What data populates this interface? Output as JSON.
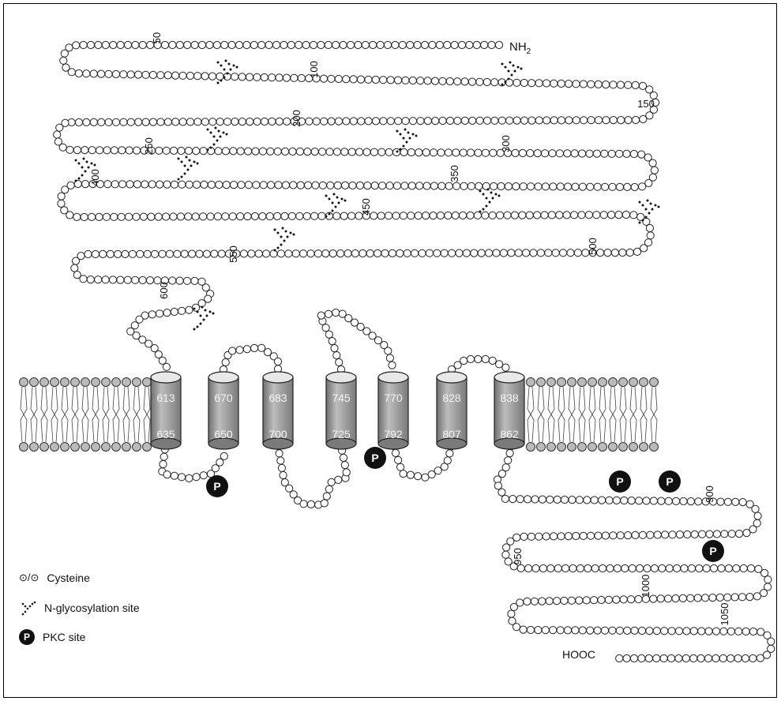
{
  "termini": {
    "n": "NH",
    "n_sub": "2",
    "c": "HOOC"
  },
  "residue_numbers": [
    "50",
    "100",
    "150",
    "200",
    "250",
    "300",
    "350",
    "400",
    "450",
    "500",
    "550",
    "600",
    "900",
    "950",
    "1000",
    "1050"
  ],
  "helices": [
    {
      "top": "613",
      "bottom": "635"
    },
    {
      "top": "670",
      "bottom": "650"
    },
    {
      "top": "683",
      "bottom": "700"
    },
    {
      "top": "745",
      "bottom": "725"
    },
    {
      "top": "770",
      "bottom": "792"
    },
    {
      "top": "828",
      "bottom": "807"
    },
    {
      "top": "838",
      "bottom": "862"
    }
  ],
  "pkc_symbol": "P",
  "legend": {
    "cysteine": {
      "symbol": "⊙/⊙",
      "label": "Cysteine"
    },
    "glycosylation": {
      "label": "N-glycosylation site"
    },
    "pkc": {
      "symbol": "P",
      "label": "PKC site"
    }
  },
  "colors": {
    "helix": "#9a9a9a",
    "lipid_head": "#b8b8b8",
    "residue": "#ffffff",
    "stroke": "#222222",
    "pkc": "#111111"
  }
}
